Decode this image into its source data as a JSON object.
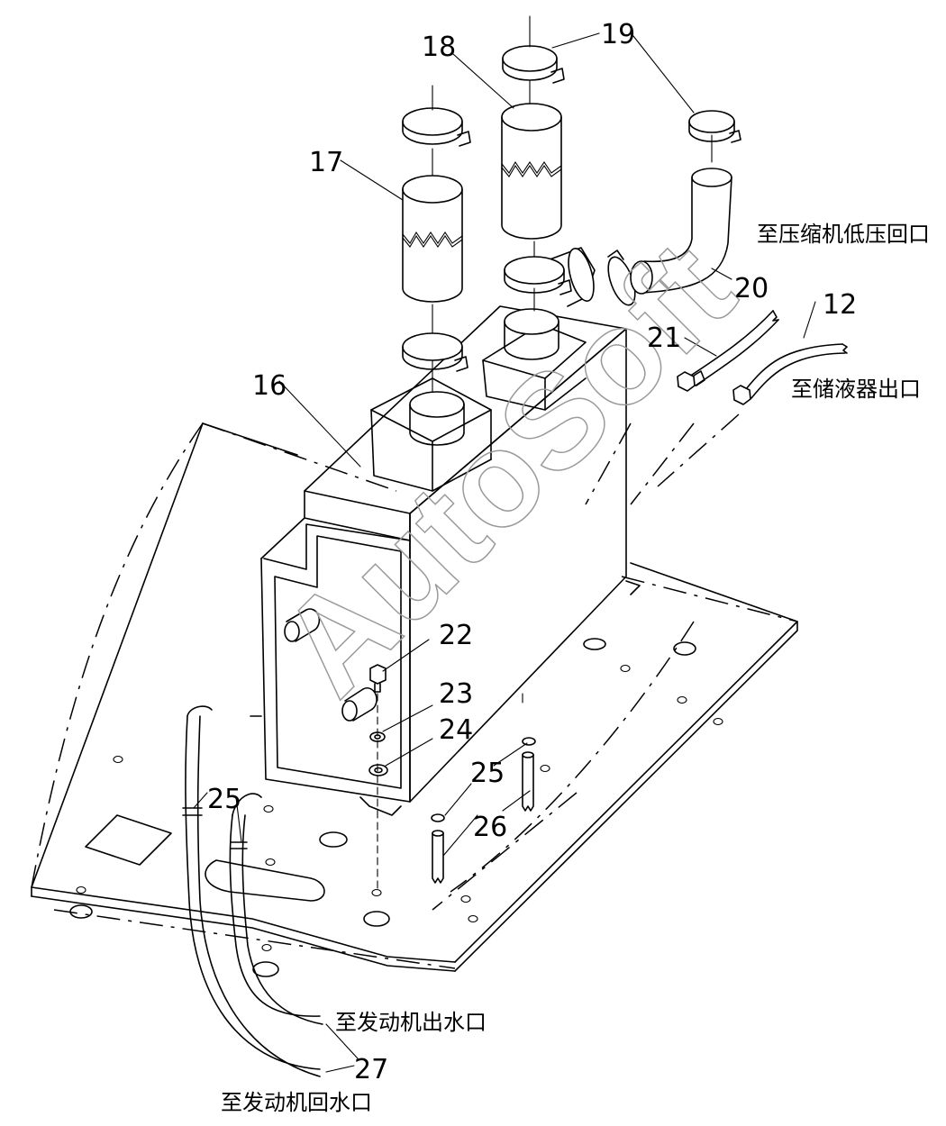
{
  "part_numbers": {
    "p12": "12",
    "p16": "16",
    "p17": "17",
    "p18": "18",
    "p19": "19",
    "p20": "20",
    "p21": "21",
    "p22": "22",
    "p23": "23",
    "p24": "24",
    "p25a": "25",
    "p25b": "25",
    "p26": "26",
    "p27": "27"
  },
  "labels": {
    "compressor_low_pressure_return": "至压缩机低压回口",
    "receiver_outlet": "至储液器出口",
    "engine_water_outlet": "至发动机出水口",
    "engine_water_return": "至发动机回水口"
  },
  "watermark": "AutoSoft"
}
